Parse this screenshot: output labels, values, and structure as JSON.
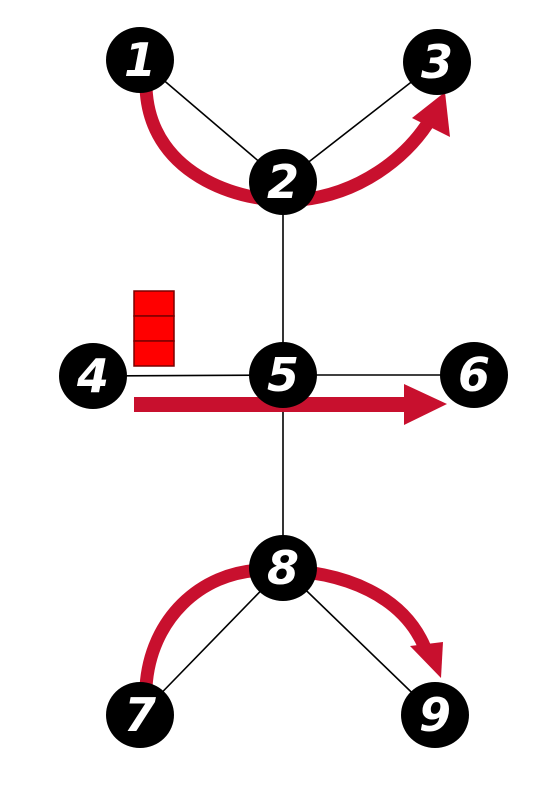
{
  "colors": {
    "background": "#ffffff",
    "node_fill": "#000000",
    "node_text": "#ffffff",
    "edge": "#000000",
    "arrow": "#c8102e",
    "stack_fill": "#ff0000",
    "stack_stroke": "#8b0000"
  },
  "nodes": [
    {
      "id": "1",
      "label": "1"
    },
    {
      "id": "2",
      "label": "2"
    },
    {
      "id": "3",
      "label": "3"
    },
    {
      "id": "4",
      "label": "4"
    },
    {
      "id": "5",
      "label": "5"
    },
    {
      "id": "6",
      "label": "6"
    },
    {
      "id": "7",
      "label": "7"
    },
    {
      "id": "8",
      "label": "8"
    },
    {
      "id": "9",
      "label": "9"
    }
  ],
  "edges": [
    {
      "from": "1",
      "to": "2"
    },
    {
      "from": "2",
      "to": "3"
    },
    {
      "from": "2",
      "to": "5"
    },
    {
      "from": "4",
      "to": "5"
    },
    {
      "from": "5",
      "to": "6"
    },
    {
      "from": "5",
      "to": "8"
    },
    {
      "from": "7",
      "to": "8"
    },
    {
      "from": "8",
      "to": "9"
    }
  ],
  "flow_arrows": [
    {
      "from": "1",
      "via": "2",
      "to": "3"
    },
    {
      "from": "4",
      "via": "5",
      "to": "6"
    },
    {
      "from": "7",
      "via": "8",
      "to": "9"
    }
  ],
  "stack": {
    "count": 3,
    "near_node": "4"
  }
}
